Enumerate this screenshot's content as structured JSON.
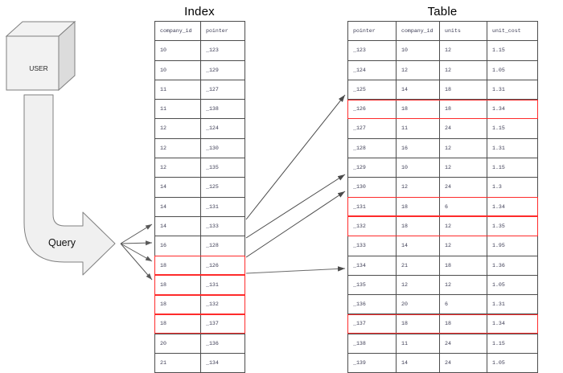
{
  "diagram": {
    "kind": "database-index-lookup-diagram",
    "actor": {
      "label": "USER",
      "shape": "cube-icon"
    },
    "query_arrow": {
      "label": "Query",
      "shape": "curved-block-arrow-icon"
    },
    "highlight_color": "#fe2b2b",
    "line_color": "#4d4d4d"
  },
  "index": {
    "title": "Index",
    "columns": [
      "company_id",
      "pointer"
    ],
    "rows": [
      {
        "company_id": "10",
        "pointer": "_123",
        "highlighted": false
      },
      {
        "company_id": "10",
        "pointer": "_129",
        "highlighted": false
      },
      {
        "company_id": "11",
        "pointer": "_127",
        "highlighted": false
      },
      {
        "company_id": "11",
        "pointer": "_138",
        "highlighted": false
      },
      {
        "company_id": "12",
        "pointer": "_124",
        "highlighted": false
      },
      {
        "company_id": "12",
        "pointer": "_130",
        "highlighted": false
      },
      {
        "company_id": "12",
        "pointer": "_135",
        "highlighted": false
      },
      {
        "company_id": "14",
        "pointer": "_125",
        "highlighted": false
      },
      {
        "company_id": "14",
        "pointer": "_131",
        "highlighted": false
      },
      {
        "company_id": "14",
        "pointer": "_133",
        "highlighted": false
      },
      {
        "company_id": "16",
        "pointer": "_128",
        "highlighted": false
      },
      {
        "company_id": "18",
        "pointer": "_126",
        "highlighted": true
      },
      {
        "company_id": "18",
        "pointer": "_131",
        "highlighted": true
      },
      {
        "company_id": "18",
        "pointer": "_132",
        "highlighted": true
      },
      {
        "company_id": "18",
        "pointer": "_137",
        "highlighted": true
      },
      {
        "company_id": "20",
        "pointer": "_136",
        "highlighted": false
      },
      {
        "company_id": "21",
        "pointer": "_134",
        "highlighted": false
      }
    ]
  },
  "table": {
    "title": "Table",
    "columns": [
      "pointer",
      "company_id",
      "units",
      "unit_cost"
    ],
    "rows": [
      {
        "pointer": "_123",
        "company_id": "10",
        "units": "12",
        "unit_cost": "1.15",
        "highlighted": false
      },
      {
        "pointer": "_124",
        "company_id": "12",
        "units": "12",
        "unit_cost": "1.05",
        "highlighted": false
      },
      {
        "pointer": "_125",
        "company_id": "14",
        "units": "18",
        "unit_cost": "1.31",
        "highlighted": false
      },
      {
        "pointer": "_126",
        "company_id": "18",
        "units": "18",
        "unit_cost": "1.34",
        "highlighted": true
      },
      {
        "pointer": "_127",
        "company_id": "11",
        "units": "24",
        "unit_cost": "1.15",
        "highlighted": false
      },
      {
        "pointer": "_128",
        "company_id": "16",
        "units": "12",
        "unit_cost": "1.31",
        "highlighted": false
      },
      {
        "pointer": "_129",
        "company_id": "10",
        "units": "12",
        "unit_cost": "1.15",
        "highlighted": false
      },
      {
        "pointer": "_130",
        "company_id": "12",
        "units": "24",
        "unit_cost": "1.3",
        "highlighted": false
      },
      {
        "pointer": "_131",
        "company_id": "18",
        "units": "6",
        "unit_cost": "1.34",
        "highlighted": true
      },
      {
        "pointer": "_132",
        "company_id": "18",
        "units": "12",
        "unit_cost": "1.35",
        "highlighted": true
      },
      {
        "pointer": "_133",
        "company_id": "14",
        "units": "12",
        "unit_cost": "1.95",
        "highlighted": false
      },
      {
        "pointer": "_134",
        "company_id": "21",
        "units": "18",
        "unit_cost": "1.36",
        "highlighted": false
      },
      {
        "pointer": "_135",
        "company_id": "12",
        "units": "12",
        "unit_cost": "1.05",
        "highlighted": false
      },
      {
        "pointer": "_136",
        "company_id": "20",
        "units": "6",
        "unit_cost": "1.31",
        "highlighted": false
      },
      {
        "pointer": "_137",
        "company_id": "18",
        "units": "18",
        "unit_cost": "1.34",
        "highlighted": true
      },
      {
        "pointer": "_138",
        "company_id": "11",
        "units": "24",
        "unit_cost": "1.15",
        "highlighted": false
      },
      {
        "pointer": "_139",
        "company_id": "14",
        "units": "24",
        "unit_cost": "1.05",
        "highlighted": false
      }
    ]
  }
}
